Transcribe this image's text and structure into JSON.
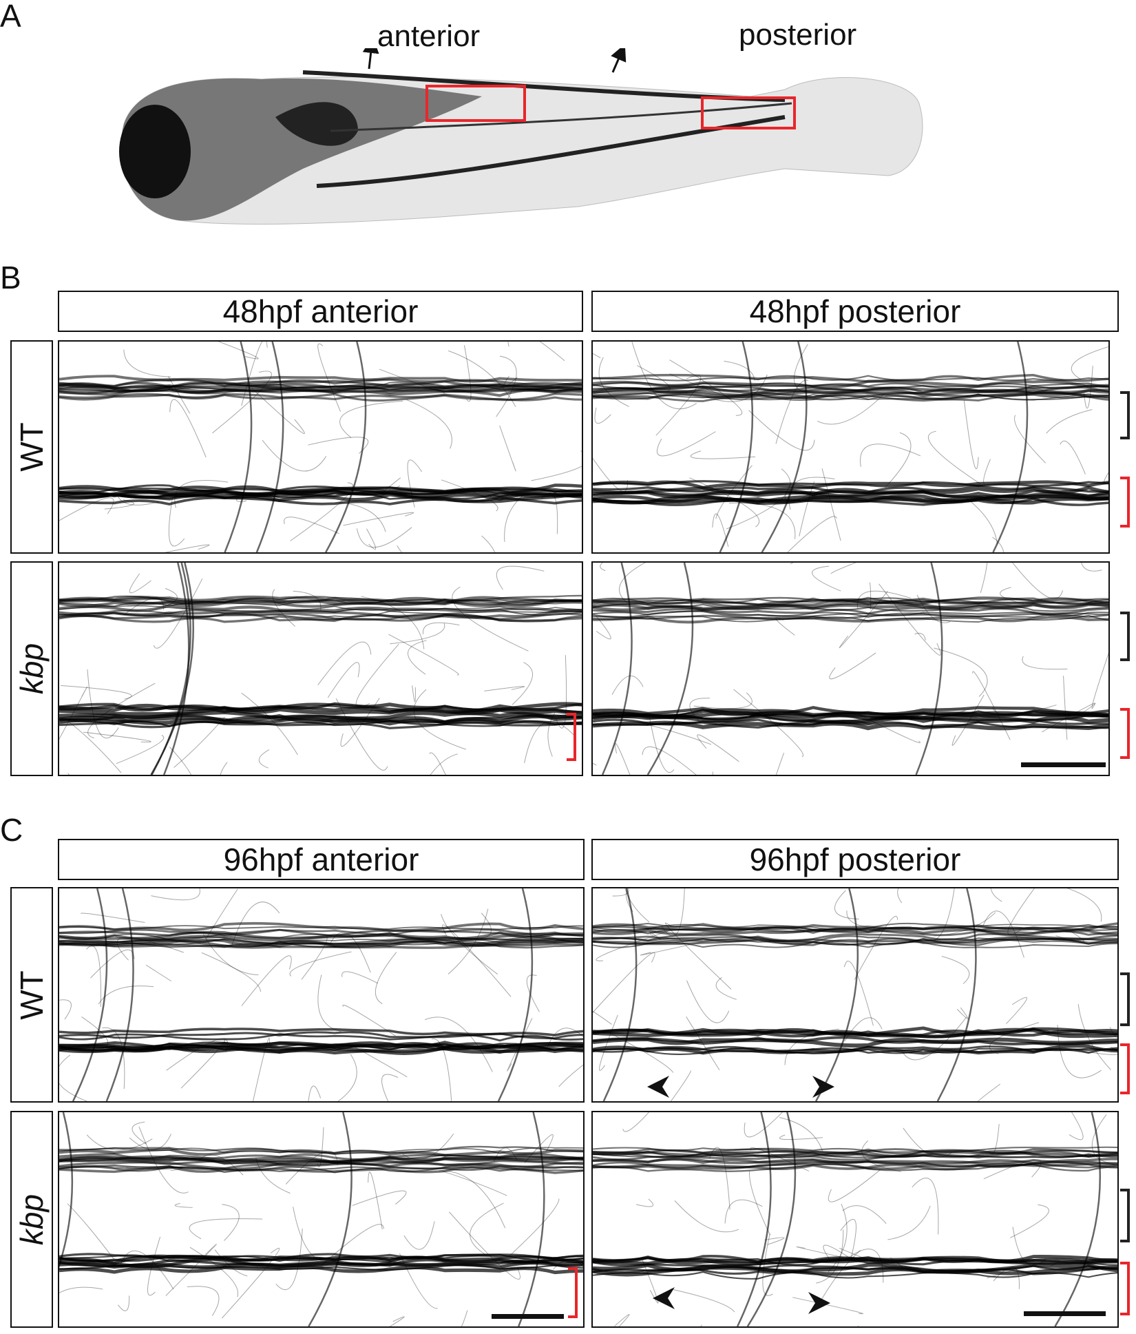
{
  "panels": {
    "a": "A",
    "b": "B",
    "c": "C"
  },
  "panel_a": {
    "anterior_label": "anterior",
    "posterior_label": "posterior"
  },
  "panel_b": {
    "header_left": "48hpf anterior",
    "header_right": "48hpf posterior",
    "rows": [
      "WT",
      "kbp"
    ]
  },
  "panel_c": {
    "header_left": "96hpf anterior",
    "header_right": "96hpf posterior",
    "rows": [
      "WT",
      "kbp"
    ]
  },
  "colors": {
    "highlight_box": "#e8262b",
    "bracket_dorsal": "#222222",
    "bracket_ventral": "#e8262b"
  }
}
